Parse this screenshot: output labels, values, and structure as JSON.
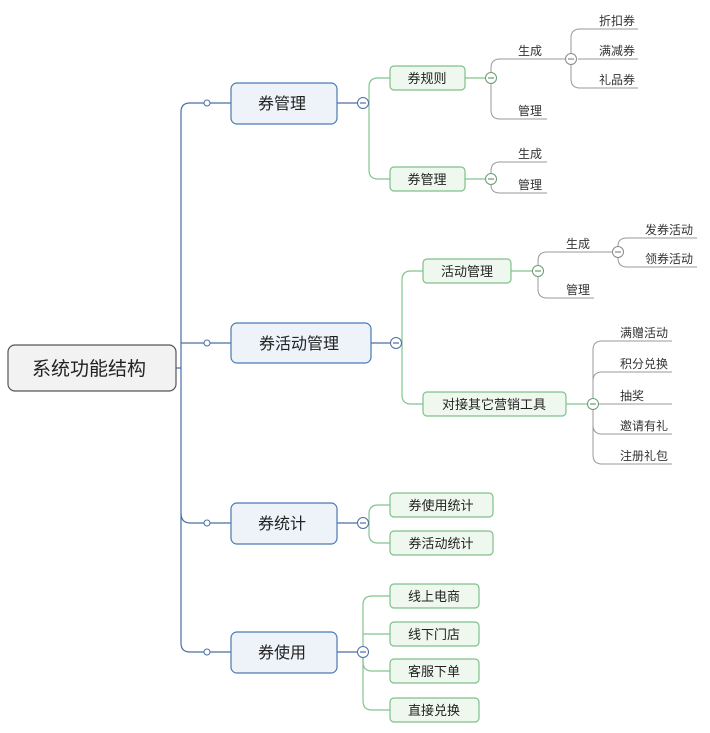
{
  "root": {
    "label": "系统功能结构"
  },
  "branches": [
    {
      "label": "券管理",
      "children": [
        {
          "label": "券规则",
          "children": [
            {
              "label": "生成",
              "children": [
                {
                  "label": "折扣券"
                },
                {
                  "label": "满减券"
                },
                {
                  "label": "礼品券"
                }
              ]
            },
            {
              "label": "管理"
            }
          ]
        },
        {
          "label": "券管理",
          "children": [
            {
              "label": "生成"
            },
            {
              "label": "管理"
            }
          ]
        }
      ]
    },
    {
      "label": "券活动管理",
      "children": [
        {
          "label": "活动管理",
          "children": [
            {
              "label": "生成",
              "children": [
                {
                  "label": "发券活动"
                },
                {
                  "label": "领券活动"
                }
              ]
            },
            {
              "label": "管理"
            }
          ]
        },
        {
          "label": "对接其它营销工具",
          "children": [
            {
              "label": "满赠活动"
            },
            {
              "label": "积分兑换"
            },
            {
              "label": "抽奖"
            },
            {
              "label": "邀请有礼"
            },
            {
              "label": "注册礼包"
            }
          ]
        }
      ]
    },
    {
      "label": "券统计",
      "children": [
        {
          "label": "券使用统计"
        },
        {
          "label": "券活动统计"
        }
      ]
    },
    {
      "label": "券使用",
      "children": [
        {
          "label": "线上电商"
        },
        {
          "label": "线下门店"
        },
        {
          "label": "客服下单"
        },
        {
          "label": "直接兑换"
        }
      ]
    }
  ],
  "colors": {
    "level1_line": "#4a6fa5",
    "level2_line": "#82c48e",
    "leaf_line": "#9a9a9a"
  },
  "icons": {
    "collapse": "minus-circle-icon",
    "connector": "small-circle-icon"
  }
}
